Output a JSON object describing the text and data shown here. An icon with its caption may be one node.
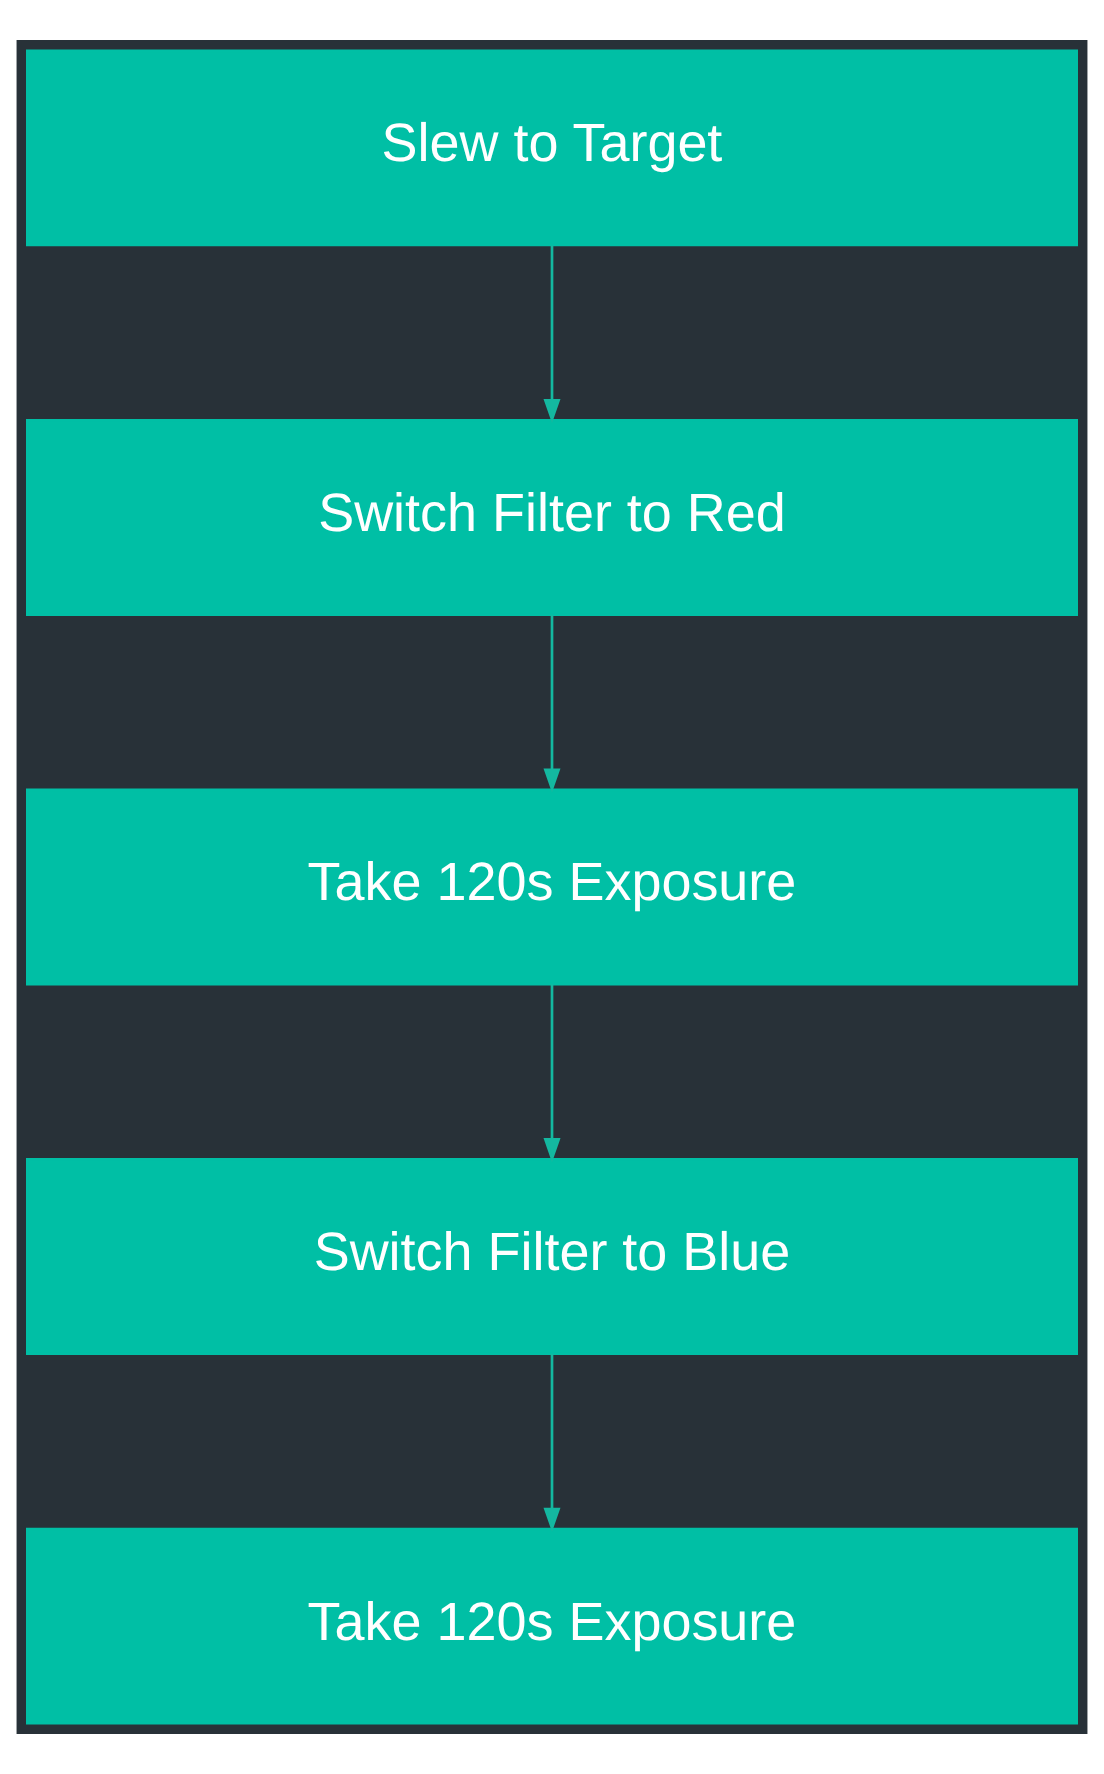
{
  "diagram": {
    "nodes": [
      {
        "text": [
          "Slew to Target"
        ]
      },
      {
        "text": [
          "Switch Filter to Red"
        ]
      },
      {
        "text": [
          "Take 120s Exposure"
        ]
      },
      {
        "text": [
          "Switch Filter to Blue"
        ]
      },
      {
        "text": [
          "Take 120s Exposure"
        ]
      }
    ],
    "edges": [
      {
        "from": 0,
        "to": 1,
        "arrow": "to"
      },
      {
        "from": 1,
        "to": 2,
        "arrow": "to"
      },
      {
        "from": 2,
        "to": 3,
        "arrow": "to"
      },
      {
        "from": 3,
        "to": 4,
        "arrow": "to"
      }
    ]
  }
}
